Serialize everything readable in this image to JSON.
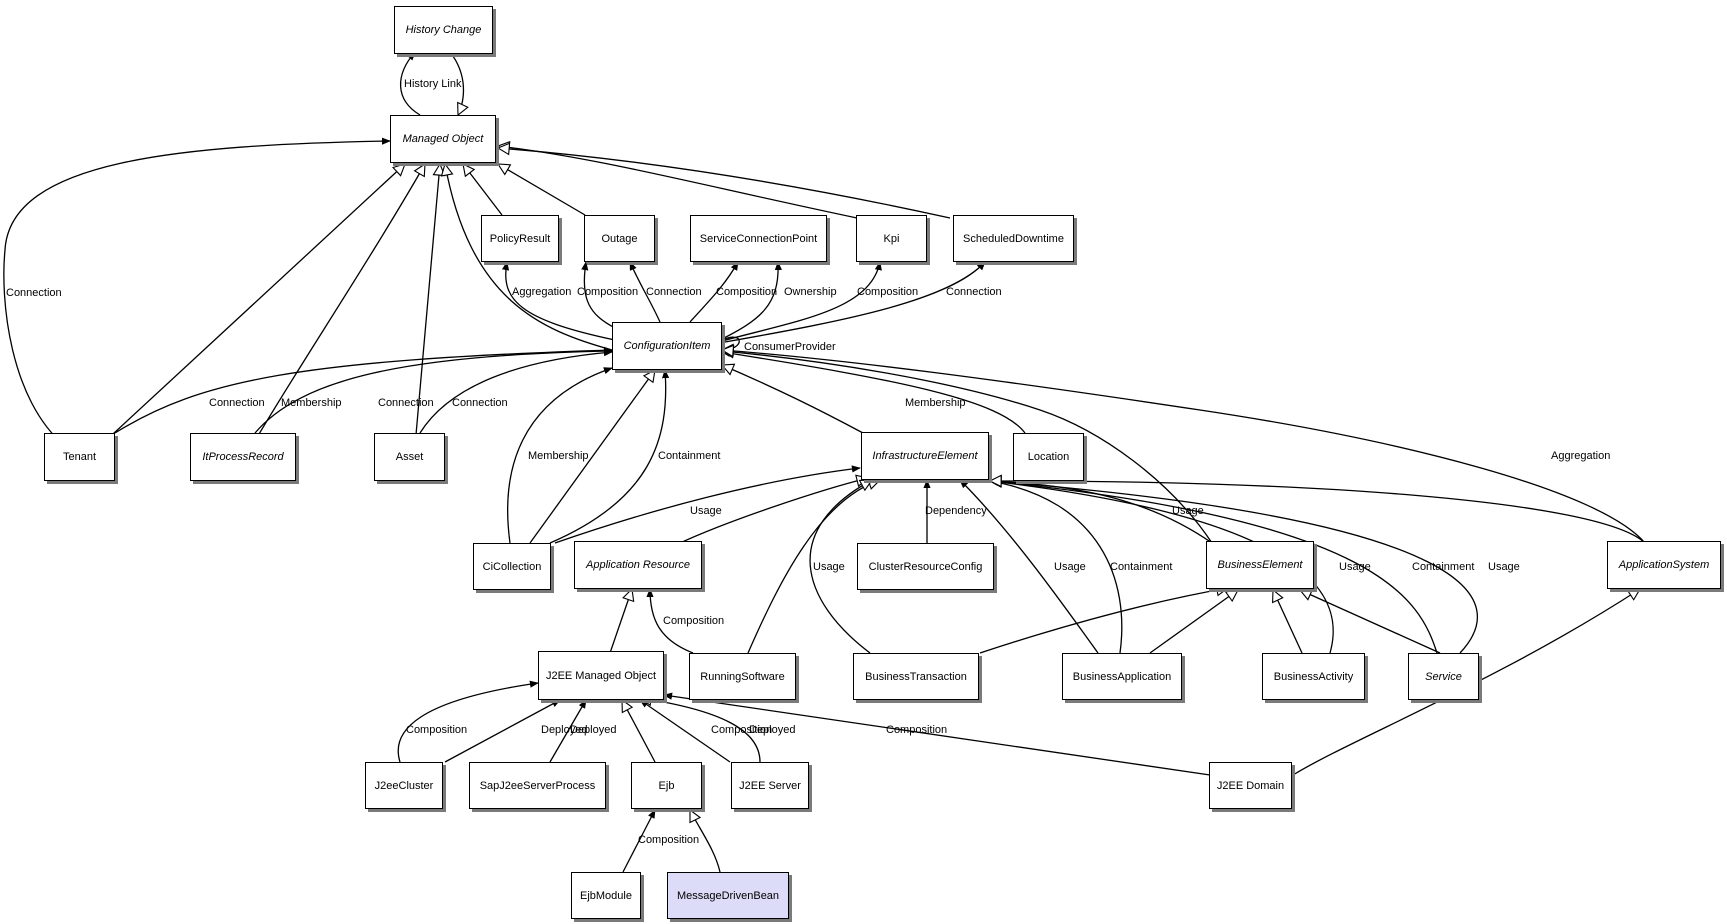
{
  "nodes": {
    "history_change": {
      "label": "History Change",
      "abstract": true
    },
    "managed_object": {
      "label": "Managed Object",
      "abstract": true
    },
    "policy_result": {
      "label": "PolicyResult"
    },
    "outage": {
      "label": "Outage"
    },
    "service_connection_point": {
      "label": "ServiceConnectionPoint"
    },
    "kpi": {
      "label": "Kpi"
    },
    "scheduled_downtime": {
      "label": "ScheduledDowntime"
    },
    "configuration_item": {
      "label": "ConfigurationItem",
      "abstract": true
    },
    "tenant": {
      "label": "Tenant"
    },
    "it_process_record": {
      "label": "ItProcessRecord",
      "abstract": true
    },
    "asset": {
      "label": "Asset"
    },
    "infrastructure_element": {
      "label": "InfrastructureElement",
      "abstract": true
    },
    "location": {
      "label": "Location"
    },
    "ci_collection": {
      "label": "CiCollection"
    },
    "application_resource": {
      "label": "Application Resource",
      "abstract": true
    },
    "cluster_resource_config": {
      "label": "ClusterResourceConfig"
    },
    "business_element": {
      "label": "BusinessElement",
      "abstract": true
    },
    "application_system": {
      "label": "ApplicationSystem",
      "abstract": true
    },
    "j2ee_managed_object": {
      "label": "J2EE Managed Object"
    },
    "running_software": {
      "label": "RunningSoftware"
    },
    "business_transaction": {
      "label": "BusinessTransaction"
    },
    "business_application": {
      "label": "BusinessApplication"
    },
    "business_activity": {
      "label": "BusinessActivity"
    },
    "service": {
      "label": "Service",
      "abstract": true
    },
    "j2ee_cluster": {
      "label": "J2eeCluster"
    },
    "sap_j2ee_server_process": {
      "label": "SapJ2eeServerProcess"
    },
    "ejb": {
      "label": "Ejb"
    },
    "j2ee_server": {
      "label": "J2EE Server"
    },
    "j2ee_domain": {
      "label": "J2EE Domain"
    },
    "ejb_module": {
      "label": "EjbModule"
    },
    "message_driven_bean": {
      "label": "MessageDrivenBean",
      "highlight": true
    }
  },
  "edge_labels": [
    "History Link",
    "Connection",
    "Aggregation",
    "Composition",
    "Connection",
    "Composition",
    "Ownership",
    "Composition",
    "Connection",
    "ConsumerProvider",
    "Connection",
    "Membership",
    "Connection",
    "Connection",
    "Membership",
    "Membership",
    "Containment",
    "Usage",
    "Dependency",
    "Usage",
    "Usage",
    "Containment",
    "Usage",
    "Usage",
    "Containment",
    "Usage",
    "Aggregation",
    "Composition",
    "Composition",
    "Deployed",
    "Deployed",
    "Composition",
    "Deployed",
    "Composition",
    "Composition"
  ],
  "colors": {
    "highlight_fill": "#dcdcf8",
    "line": "#000000",
    "shadow": "#7a7a7a"
  }
}
